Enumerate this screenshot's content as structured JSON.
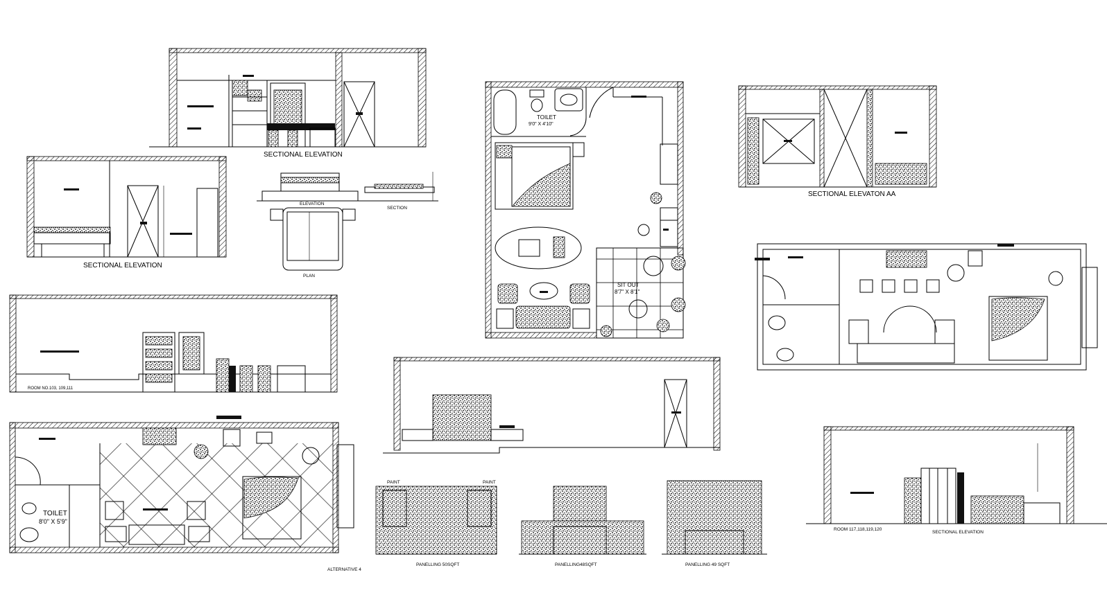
{
  "labels": {
    "sectional_elevation_top": "SECTIONAL ELEVATION",
    "sectional_elevation_left": "SECTIONAL ELEVATION",
    "elevation_small": "ELEVATION",
    "section_small": "SECTION",
    "plan_small": "PLAN",
    "toilet_main": "TOILET",
    "toilet_main_dim": "9'0\" X 4'10\"",
    "sit_out": "SIT OUT",
    "sit_out_dim": "8'7\" X 8'1\"",
    "sectional_elevation_aa": "SECTIONAL ELEVATON AA",
    "room_list_left": "ROOM NO.103, 109,111",
    "toilet_alt": "TOILET",
    "toilet_alt_dim": "8'0\" X 5'9\"",
    "alternative": "ALTERNATIVE 4",
    "paint_left": "PAINT",
    "paint_right": "PAINT",
    "panelling_1": "PANELLING 50SQFT",
    "panelling_2": "PANELLING48SQFT",
    "panelling_3": "PANELLING 49 SQFT",
    "room_list_right": "ROOM 117,118,119,120",
    "sectional_elevation_right": "SECTIONAL ELEVATION"
  },
  "colors": {
    "line": "#000000",
    "background": "#ffffff"
  }
}
